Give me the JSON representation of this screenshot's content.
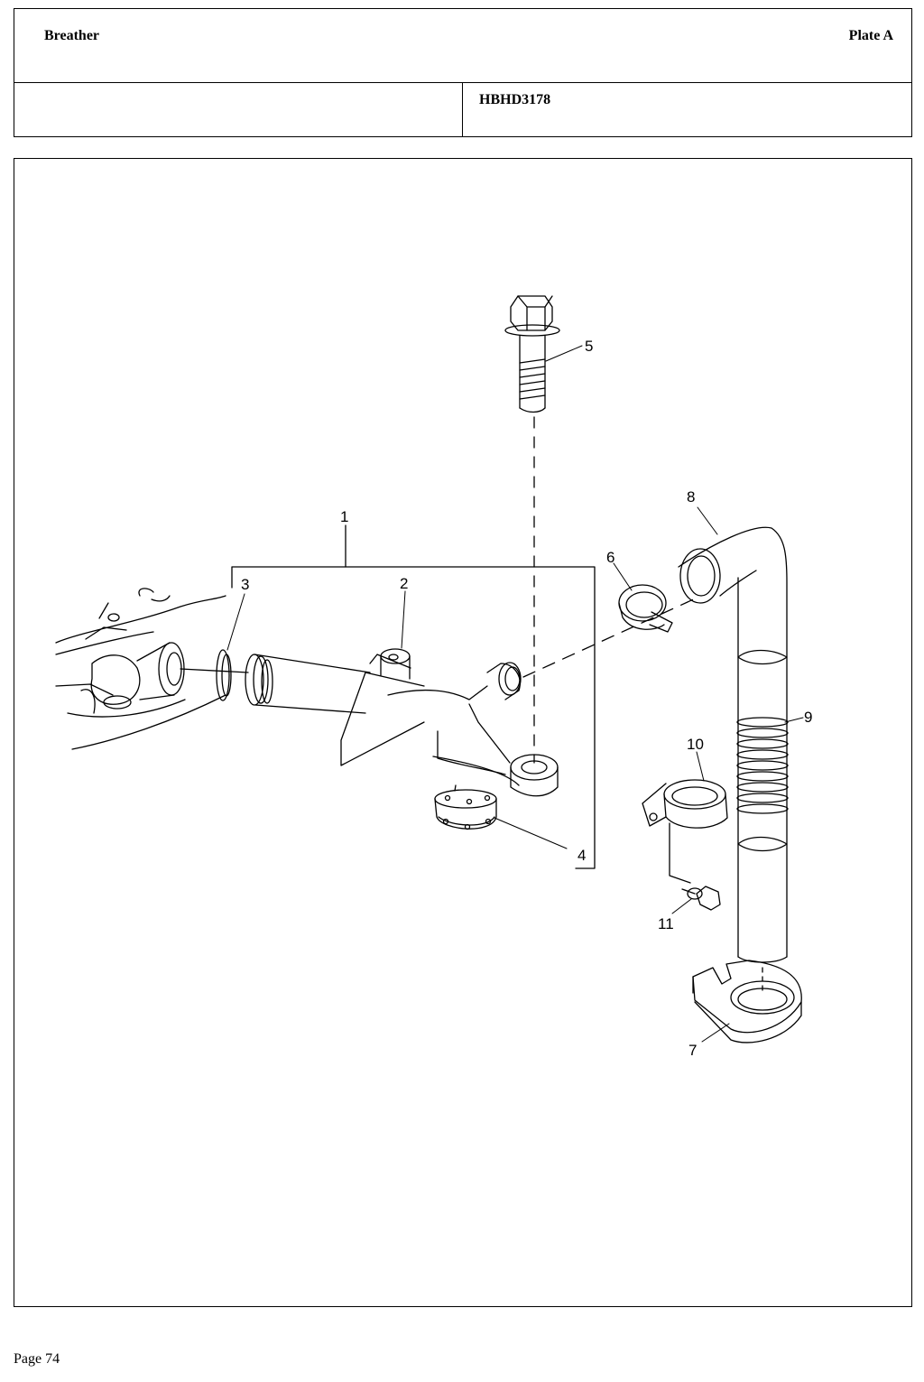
{
  "header": {
    "title": "Breather",
    "plate": "Plate A",
    "code": "HBHD3178"
  },
  "callouts": {
    "c1": "1",
    "c2": "2",
    "c3": "3",
    "c4": "4",
    "c5": "5",
    "c6": "6",
    "c7": "7",
    "c8": "8",
    "c9": "9",
    "c10": "10",
    "c11": "11"
  },
  "footer": {
    "page": "Page 74"
  }
}
